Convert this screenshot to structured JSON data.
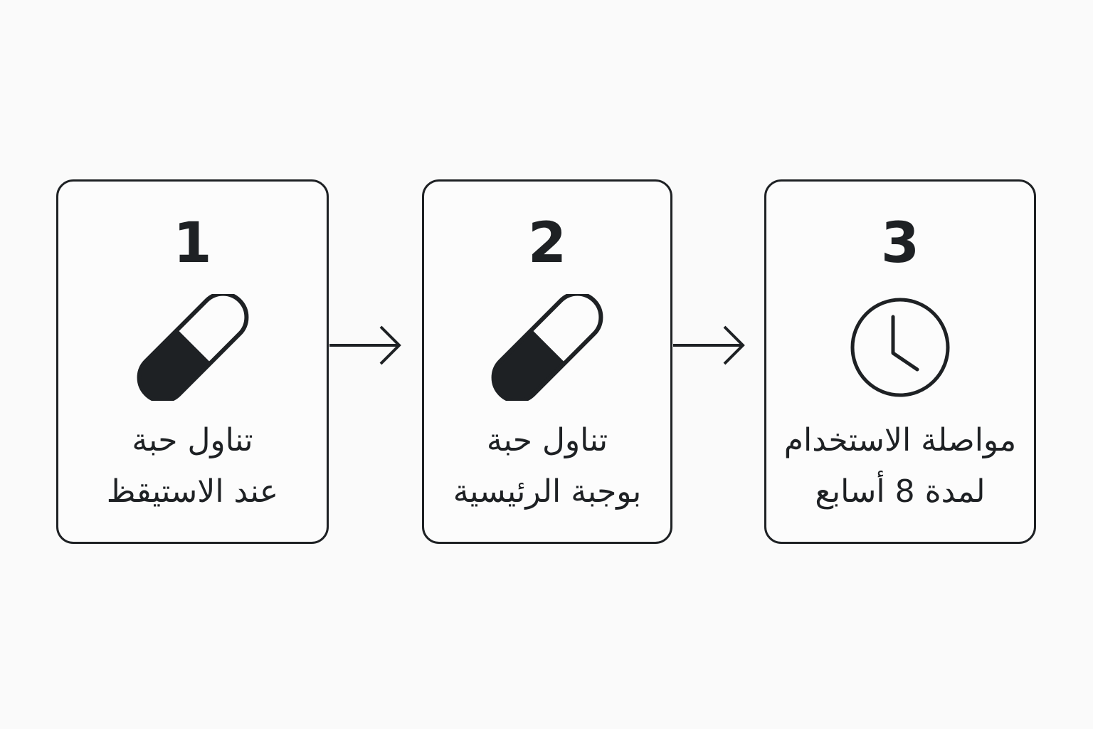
{
  "steps": [
    {
      "number": "1",
      "icon": "pill-icon",
      "line1": "تناول حبة",
      "line2": "عند الاستيقظ"
    },
    {
      "number": "2",
      "icon": "pill-icon",
      "line1": "تناول حبة",
      "line2": "بوجبة الرئيسية"
    },
    {
      "number": "3",
      "icon": "clock-icon",
      "line1": "مواصلة الاستخدام",
      "line2": "لمدة 8 أسابع"
    }
  ],
  "arrows": [
    "arrow-right-icon",
    "arrow-right-icon"
  ],
  "colors": {
    "background": "#fafafa",
    "ink": "#1e2124"
  }
}
